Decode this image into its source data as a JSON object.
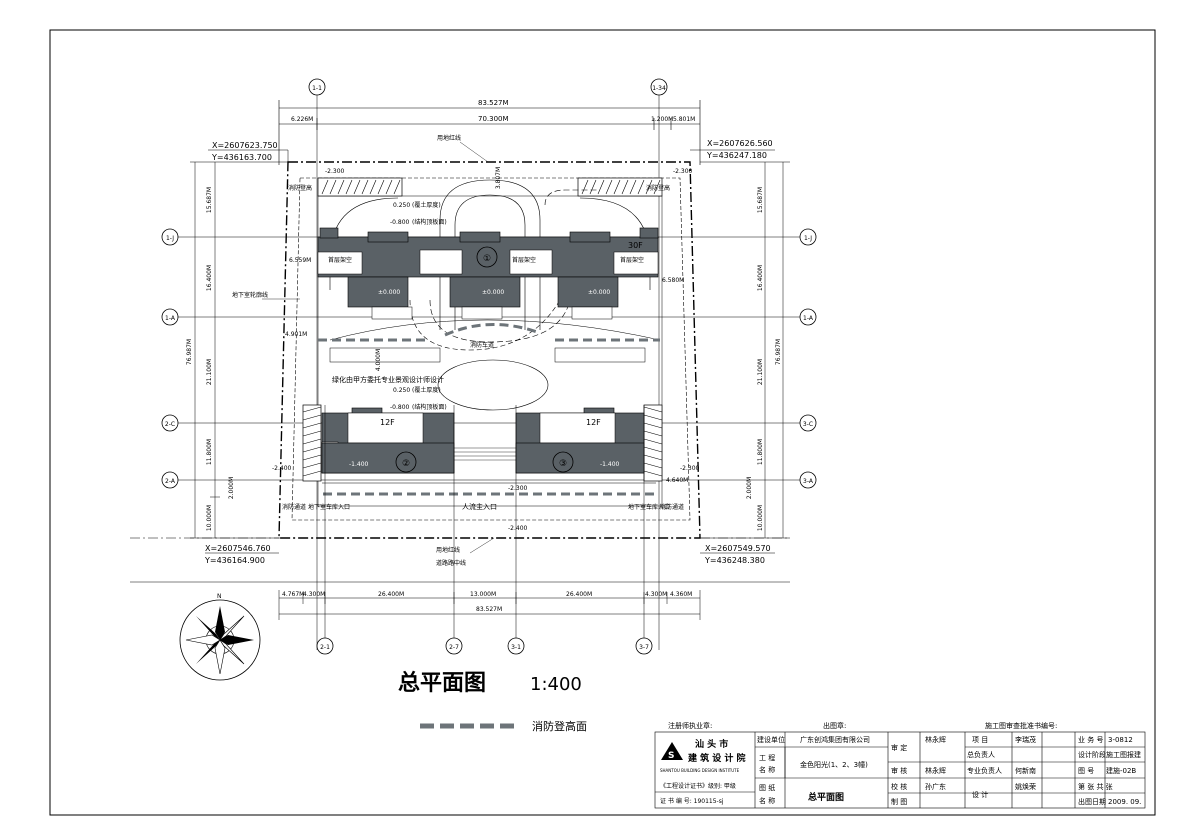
{
  "drawing": {
    "title": "总平面图",
    "scale": "1:400",
    "legend_label": "消防登高面",
    "north": "N"
  },
  "dimensions": {
    "top_overall": "83.527M",
    "top_inner": "70.300M",
    "top_left": "6.226M",
    "top_right_a": "1.200M",
    "top_right_b": "5.801M",
    "bottom_overall": "83.527M",
    "bottom_segments": [
      "4.767M",
      "4.300M",
      "26.400M",
      "13.000M",
      "26.400M",
      "4.300M",
      "4.360M"
    ],
    "left_total": "76.987M",
    "left_segments": [
      "15.687M",
      "16.400M",
      "21.100M",
      "11.800M",
      "2.000M",
      "10.000M"
    ],
    "right_total": "76.987M",
    "right_segments": [
      "15.687M",
      "16.400M",
      "21.100M",
      "11.800M",
      "2.000M",
      "10.000M"
    ],
    "top_gap": "3.807M",
    "bldg1_left_gap": "6.559M",
    "bldg1_right_gap": "6.580M",
    "left_gap_mid": "4.901M",
    "left_gap_mid2": "4.000M",
    "right_gap_low": "4.640M"
  },
  "coords": {
    "tl": {
      "x": "X=2607623.750",
      "y": "Y=436163.700"
    },
    "tr": {
      "x": "X=2607626.560",
      "y": "Y=436247.180"
    },
    "bl": {
      "x": "X=2607546.760",
      "y": "Y=436164.900"
    },
    "br": {
      "x": "X=2607549.570",
      "y": "Y=436248.380"
    }
  },
  "axes": {
    "top_left": "1-1",
    "top_right": "1-34",
    "left": [
      "1-J",
      "1-A",
      "2-C",
      "2-A"
    ],
    "right": [
      "1-J",
      "1-A",
      "3-C",
      "3-A"
    ],
    "bottom": [
      "2-1",
      "2-7",
      "3-1",
      "3-7"
    ]
  },
  "labels": {
    "red_line_top": "用地红线",
    "red_line_bottom": "用地红线",
    "road_center": "道路路中线",
    "basement_line": "地下室轮廓线",
    "fire_lane": "消防车道",
    "greening_note": "绿化由甲方委托专业景观设计师设计",
    "main_entry": "人流主入口",
    "garage_entry_left": "地下室车库入口",
    "garage_entry_right": "地下室车库入口",
    "fire_left": "消防登高",
    "fire_right": "消防登高",
    "exit_left": "消防通道",
    "exit_right": "消防通道",
    "void1": "首层架空",
    "void2": "首层架空",
    "void3": "首层架空",
    "lvl_230_l": "-2.300",
    "lvl_230_r": "-2.300",
    "lvl_0250_a": "0.250",
    "lvl_0250_a_note": "(覆土厚度)",
    "lvl_0800_a": "-0.800",
    "lvl_0800_a_note": "(结构顶板面)",
    "lvl_0250_b": "0.250",
    "lvl_0250_b_note": "(覆土厚度)",
    "lvl_0800_b": "-0.800",
    "lvl_0800_b_note": "(结构顶板面)",
    "lvl_pm0_1": "±0.000",
    "lvl_pm0_2": "±0.000",
    "lvl_pm0_3": "±0.000",
    "lvl_1400_2": "-1.400",
    "lvl_1400_3": "-1.400",
    "lvl_2400_l": "-2.400",
    "lvl_2300_r": "-2.300",
    "lvl_2300_mid": "-2.300",
    "lvl_2400_bottom": "-2.400"
  },
  "buildings": [
    {
      "num": "①",
      "floors": "30F"
    },
    {
      "num": "②",
      "floors": "12F"
    },
    {
      "num": "③",
      "floors": "12F"
    }
  ],
  "titleblock": {
    "reg_stamp": "注册师执业章:",
    "out_stamp": "出图章:",
    "review_no": "施工图审查批准书编号:",
    "company_cn": "汕头市建筑设计院",
    "company_a": "汕 头 市",
    "company_b": "建 筑 设 计 院",
    "company_en": "SHANTOU BUILDING DESIGN INSTITUTE",
    "cert_grade": "《工程设计证书》级别: 甲级",
    "cert_no": "证 书 编 号: 190115-sj",
    "client_label": "建设单位",
    "client": "广东创鸿集团有限公司",
    "project_label_a": "工 程",
    "project_label_b": "名 称",
    "project": "金色阳光(1、2、3幢)",
    "sheet_label_a": "图 纸",
    "sheet_label_b": "名 称",
    "sheet_name": "总平面图",
    "approve": "审 定",
    "approve_name": "林永辉",
    "review": "审 核",
    "review_name": "林永辉",
    "check": "校 核",
    "check_name": "孙广东",
    "draw": "制 图",
    "item": "项 目",
    "item_name": "李瑞茂",
    "chief": "总负责人",
    "discipline": "专业负责人",
    "discipline_name": "何新南",
    "design": "设 计",
    "design_name": "姚焕荣",
    "job_no_label": "业 务 号",
    "job_no": "3-0812",
    "stage_label": "设计阶段",
    "stage": "施工图报建",
    "drawing_no_label": "图 号",
    "drawing_no": "建施-02B",
    "page_label": "第 张 共 张",
    "date_label": "出图日期",
    "date": "2009. 09."
  },
  "colors": {
    "building": "#5a6166",
    "fire_dash": "#6d7479",
    "line": "#000000"
  }
}
